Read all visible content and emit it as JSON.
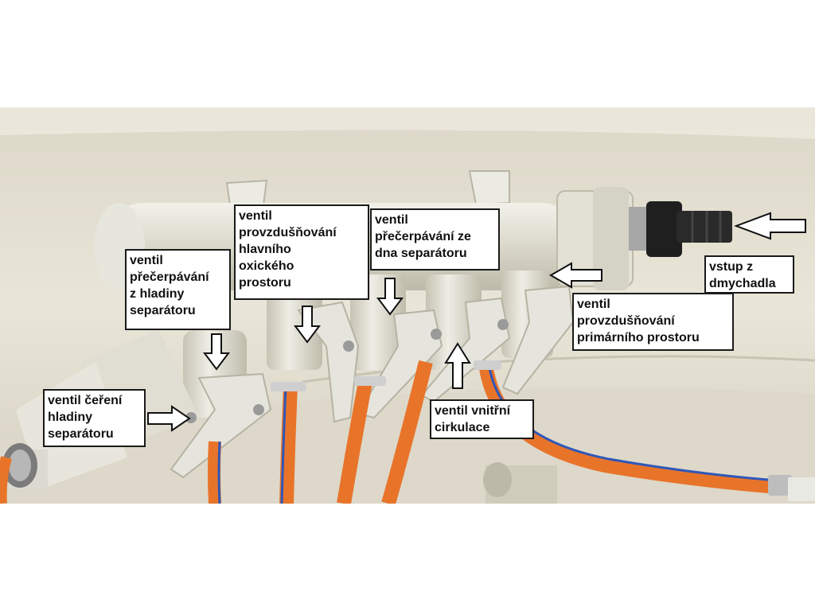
{
  "labels": {
    "hladina_precerpavani": "ventil\npřečerpávání\nz hladiny\nseparátoru",
    "provzdusnovani_hlavniho": "ventil\nprovzdušňování\nhlavního\noxického\nprostoru",
    "precerpavani_dno": "ventil\npřečerpávání ze\ndna separátoru",
    "vstup_dmychadla": "vstup z\ndmychadla",
    "provzdusnovani_primarniho": "ventil\nprovzdušňování\nprimárního prostoru",
    "cereni_hladiny": "ventil čeření\nhladiny\nseparátoru",
    "vnitrni_cirkulace": "ventil vnitřní\ncirkulace"
  },
  "colors": {
    "tank_wall": "#e6e1d3",
    "pipe": "#d9d7c9",
    "hose_orange": "#e8742a",
    "hose_stripe": "#2f57b8",
    "label_border": "#1a1a1a"
  }
}
